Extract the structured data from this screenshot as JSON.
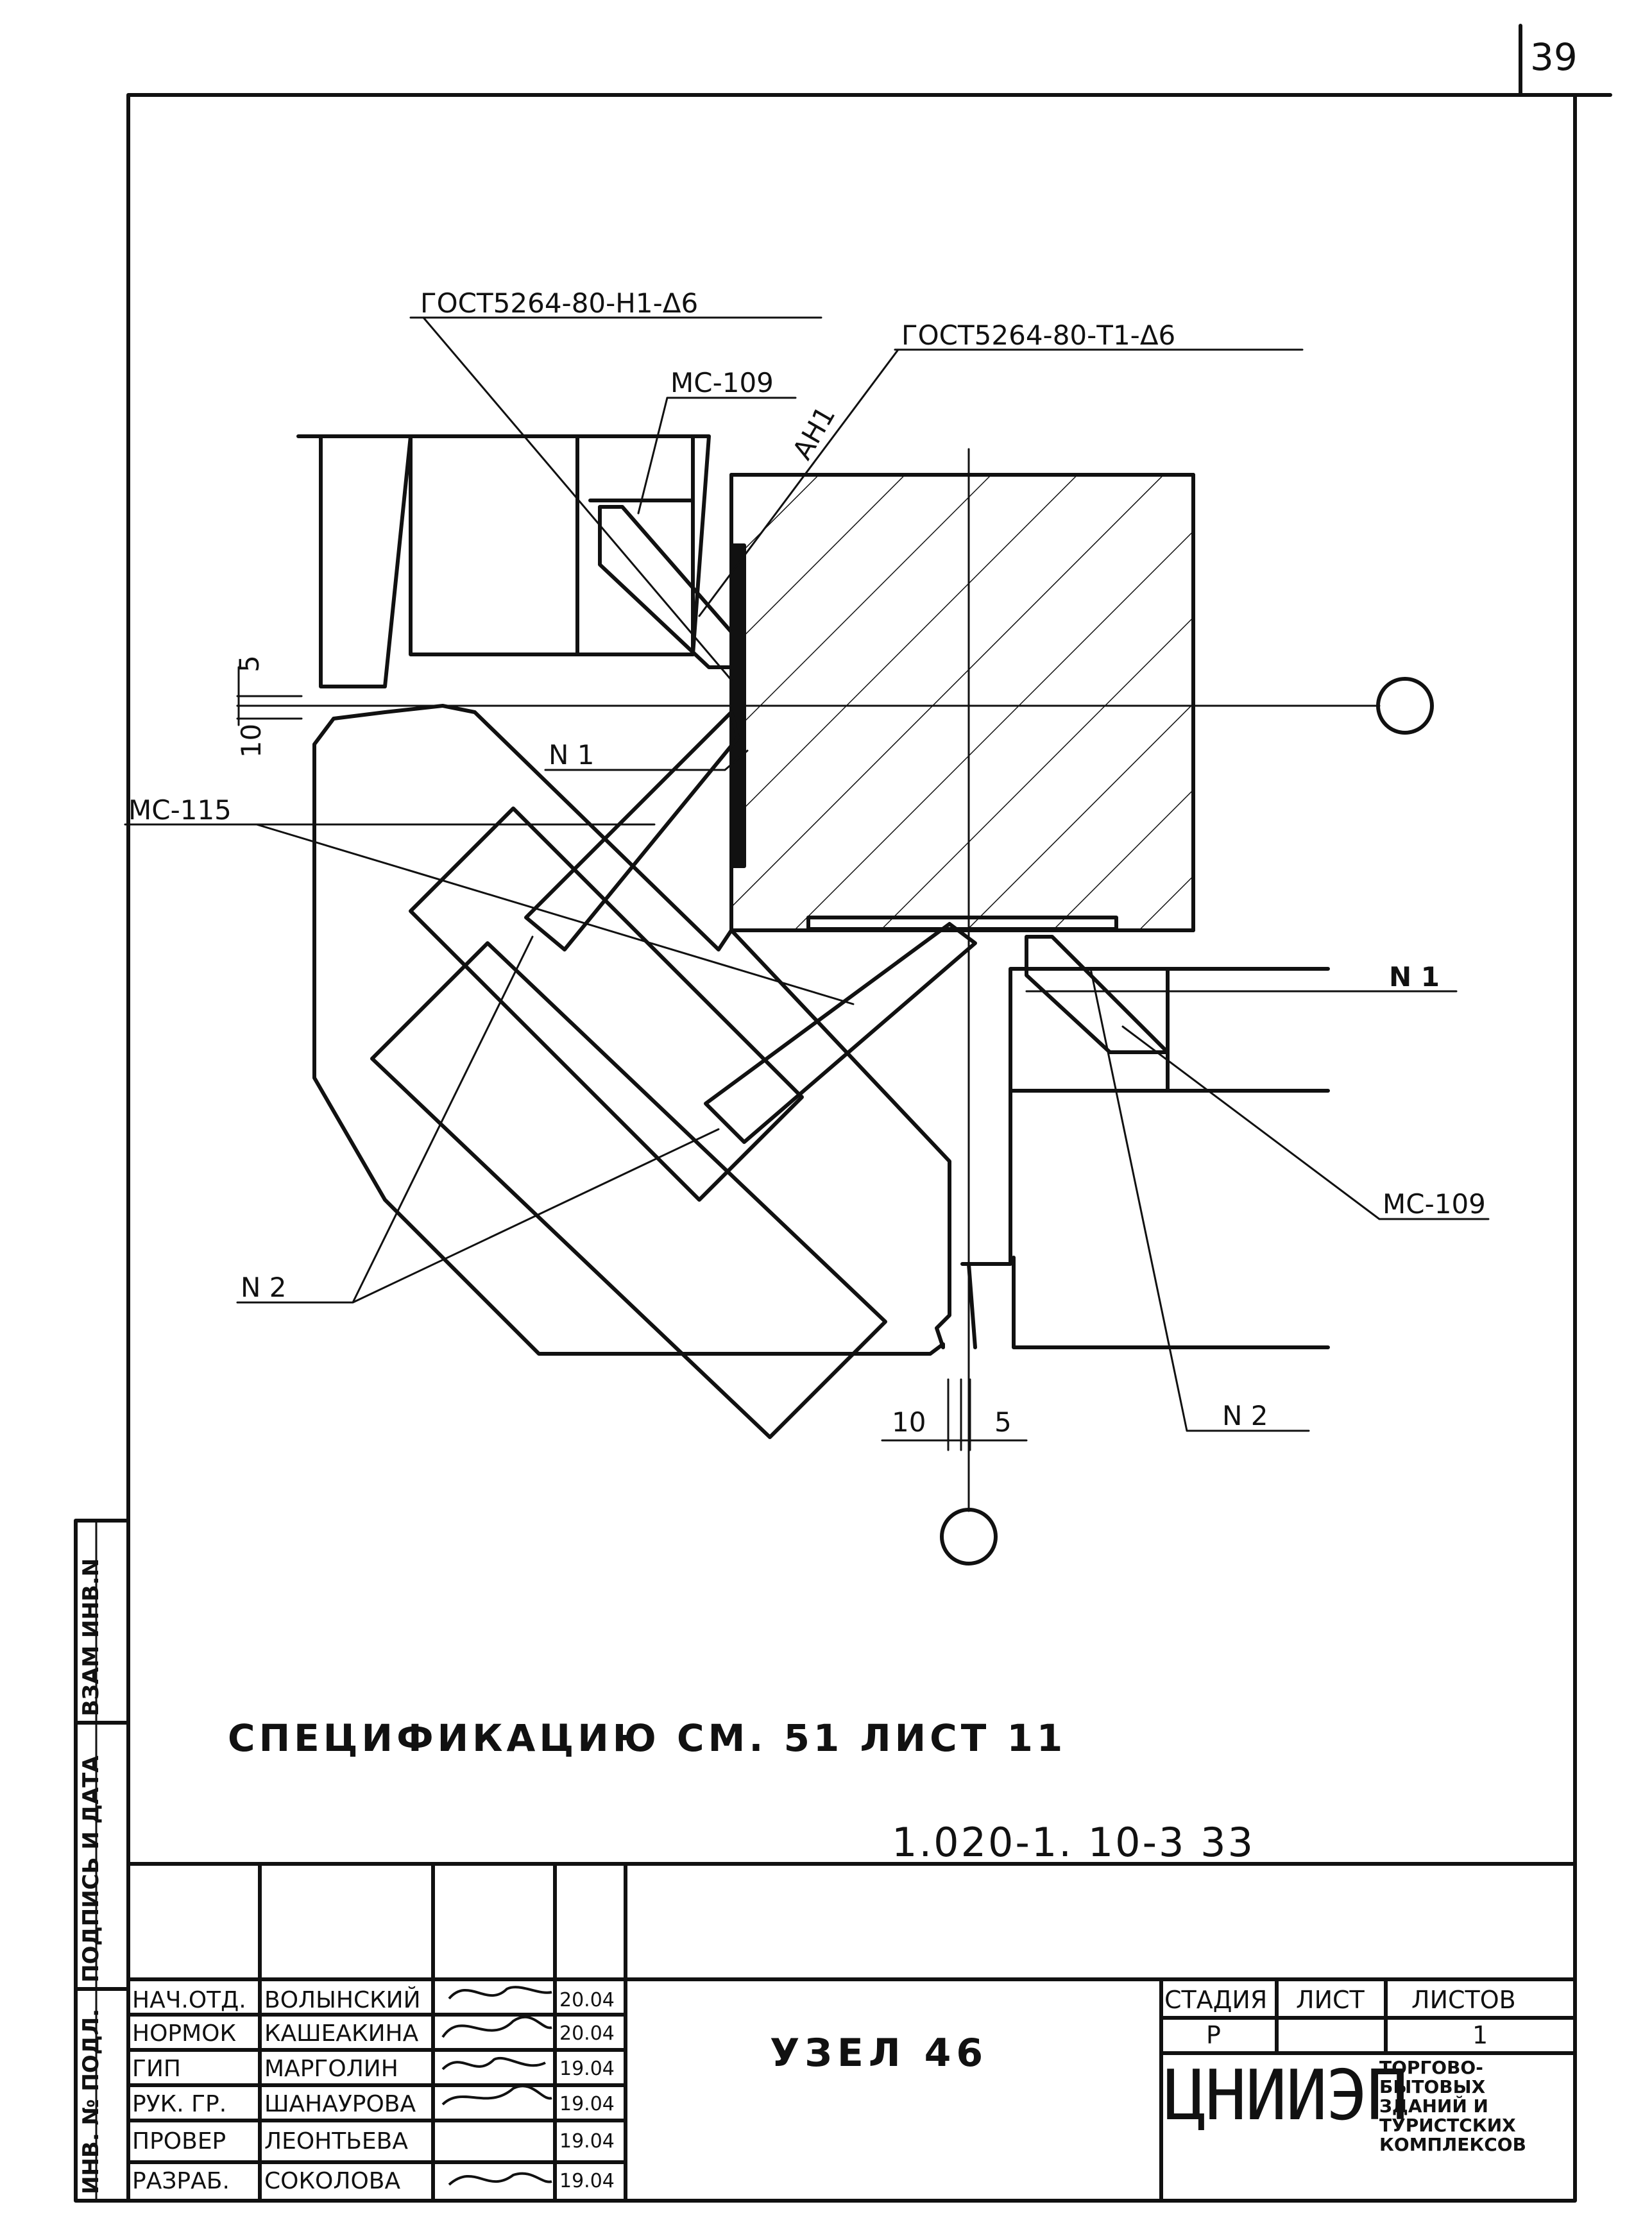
{
  "sheet_number": "39",
  "drawing": {
    "callouts": {
      "weld_top_left": "ГОСТ5264-80-Н1-Δ6",
      "weld_top_right": "ГОСТ5264-80-Т1-Δ6",
      "mc109_top": "МС-109",
      "an1": "АН1",
      "n1_left": "N 1",
      "mc115": "МС-115",
      "n1_right": "N 1",
      "mc109_right": "МС-109",
      "n2_left": "N 2",
      "n2_right": "N 2"
    },
    "dimensions": {
      "left_5": "5",
      "left_10": "10",
      "bottom_10": "10",
      "bottom_5": "5"
    }
  },
  "note": "СПЕЦИФИКАЦИЮ  СМ. 51  ЛИСТ 11",
  "side_stamp": {
    "inv_podl": "ИНВ. № ПОДЛ.",
    "podpis_data": "ПОДПИСЬ И ДАТА",
    "vzam_inv": "ВЗАМ ИНВ.N"
  },
  "title_block": {
    "doc_code": "1.020-1. 10-3 33",
    "title": "УЗЕЛ 46",
    "stage_header": "СТАДИЯ",
    "sheet_header": "ЛИСТ",
    "sheets_header": "ЛИСТОВ",
    "stage": "Р",
    "sheets": "1",
    "organization": "ЦНИИЭП",
    "org_description": "ТОРГОВО-БЫТОВЫХ ЗДАНИЙ И ТУРИСТСКИХ КОМПЛЕКСОВ",
    "signatures": [
      {
        "role": "НАЧ.ОТД.",
        "name": "ВОЛЫНСКИЙ",
        "date": "20.04"
      },
      {
        "role": "НОРМОК",
        "name": "КАШЕАКИНА",
        "date": "20.04"
      },
      {
        "role": "ГИП",
        "name": "МАРГОЛИН",
        "date": "19.04"
      },
      {
        "role": "РУК. ГР.",
        "name": "ШАНАУРОВА",
        "date": "19.04"
      },
      {
        "role": "ПРОВЕР",
        "name": "ЛЕОНТЬЕВА",
        "date": "19.04"
      },
      {
        "role": "РАЗРАБ.",
        "name": "СОКОЛОВА",
        "date": "19.04"
      }
    ]
  }
}
